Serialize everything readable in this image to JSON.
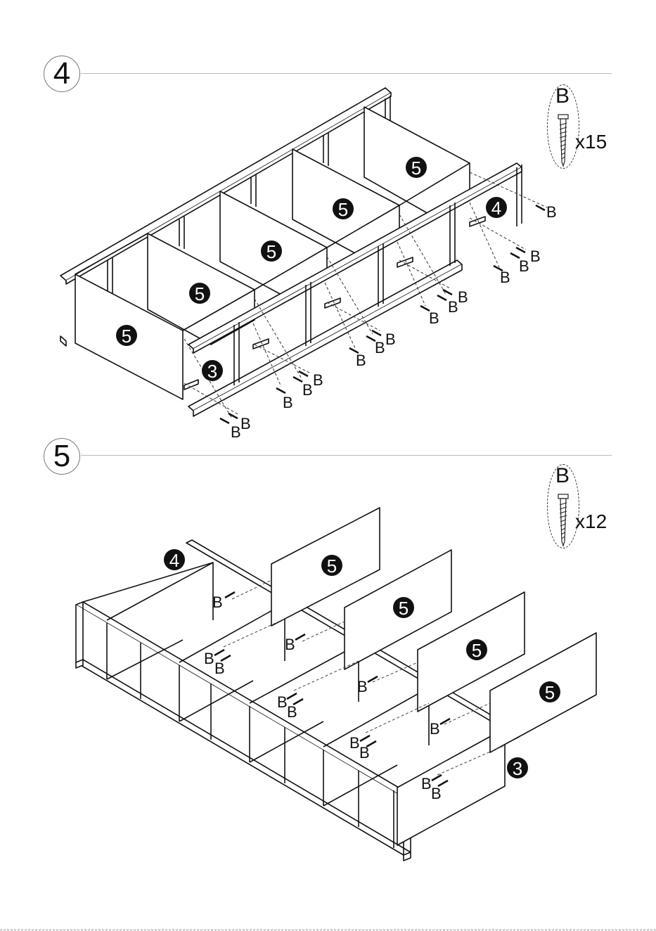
{
  "steps": [
    {
      "number": "4",
      "hardware": {
        "letter": "B",
        "quantity": "x15"
      },
      "panel_labels": [
        "5",
        "5",
        "5",
        "5",
        "5",
        "4",
        "3"
      ],
      "screw_label": "B"
    },
    {
      "number": "5",
      "hardware": {
        "letter": "B",
        "quantity": "x12"
      },
      "panel_labels": [
        "5",
        "5",
        "5",
        "5",
        "4",
        "3"
      ],
      "screw_label": "B"
    }
  ]
}
